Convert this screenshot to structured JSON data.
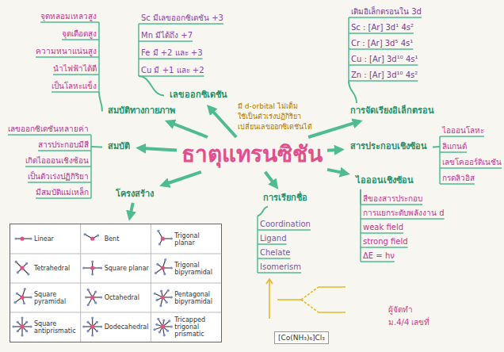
{
  "diagram": {
    "nodes": [
      {
        "text": [
          "ธาตุแทรนซิชัน"
        ]
      },
      {
        "text": [
          "สมบัติทางกายภาพ"
        ]
      },
      {
        "text": [
          "สมบัติ"
        ]
      },
      {
        "text": [
          "เลขออกซิเดชัน"
        ]
      },
      {
        "text": [
          "การจัดเรียงอิเล็กตรอน"
        ]
      },
      {
        "text": [
          "สารประกอบเชิงซ้อน"
        ]
      },
      {
        "text": [
          "ไอออนเชิงซ้อน"
        ]
      },
      {
        "text": [
          "การเรียกชื่อ"
        ]
      },
      {
        "text": [
          "โครงสร้าง"
        ]
      },
      {
        "text": [
          "Linear",
          "Bent",
          "Trigonal planar",
          "Tetrahedral",
          "Square planar",
          "Trigonal bipyramidal",
          "Square pyramidal",
          "Octahedral",
          "Pentagonal bipyramidal",
          "Square antiprismatic",
          "Dodecahedral",
          "Tricapped trigonal prismatic"
        ]
      },
      {
        "text": [
          "[Co(NH₃)₆]Cl₃"
        ]
      }
    ],
    "edges": [
      {
        "from": 0,
        "to": 1,
        "arrow": "to"
      },
      {
        "from": 0,
        "to": 2,
        "arrow": "to"
      },
      {
        "from": 0,
        "to": 3,
        "arrow": "to"
      },
      {
        "from": 0,
        "to": 4,
        "arrow": "to"
      },
      {
        "from": 0,
        "to": 5,
        "arrow": "to"
      },
      {
        "from": 0,
        "to": 6,
        "arrow": "to"
      },
      {
        "from": 0,
        "to": 7,
        "arrow": "to"
      },
      {
        "from": 0,
        "to": 8,
        "arrow": "to"
      },
      {
        "from": 8,
        "to": 9,
        "arrow": "to"
      }
    ],
    "labels": [
      "จุดหลอมเหลวสูง",
      "จุดเดือดสูง",
      "ความหนาแน่นสูง",
      "นำไฟฟ้าได้ดี",
      "เป็นโลหะแข็ง",
      "เลขออกซิเดชันหลายค่า",
      "สารประกอบมีสี",
      "เกิดไอออนเชิงซ้อน",
      "เป็นตัวเร่งปฏิกิริยา",
      "มีสมบัติแม่เหล็ก",
      "Sc มีเลขออกซิเดชัน +3",
      "Mn มีได้ถึง +7",
      "Fe มี +2 และ +3",
      "Cu มี +1 และ +2",
      "เติมอิเล็กตรอนใน 3d",
      "Sc : [Ar] 3d¹ 4s²",
      "Cr : [Ar] 3d⁵ 4s¹",
      "Cu : [Ar] 3d¹⁰ 4s¹",
      "Zn : [Ar] 3d¹⁰ 4s²",
      "มี d-orbital ไม่เต็ม",
      "ใช้เป็นตัวเร่งปฏิกิริยา",
      "เปลี่ยนเลขออกซิเดชันได้",
      "ไอออนโลหะ",
      "ลิแกนด์",
      "เลขโคออร์ดิเนชัน",
      "กรดลิวอิส",
      "สีของสารประกอบ",
      "การแยกระดับพลังงาน d",
      "weak field",
      "strong field",
      "ΔE = hν",
      "Coordination",
      "Ligand",
      "Chelate",
      "Isomerism",
      "ผู้จัดทำ",
      "ม.4/4 เลขที่"
    ]
  }
}
